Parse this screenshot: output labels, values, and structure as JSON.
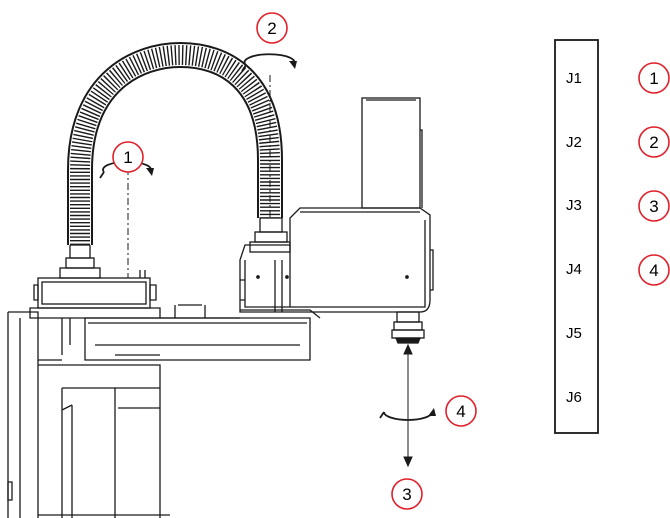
{
  "diagram": {
    "callouts": [
      {
        "id": "j1",
        "text": "1"
      },
      {
        "id": "j2",
        "text": "2"
      },
      {
        "id": "j3",
        "text": "3"
      },
      {
        "id": "j4",
        "text": "4"
      }
    ]
  },
  "legend": {
    "rows": [
      {
        "joint": "J1",
        "number": "1"
      },
      {
        "joint": "J2",
        "number": "2"
      },
      {
        "joint": "J3",
        "number": "3"
      },
      {
        "joint": "J4",
        "number": "4"
      },
      {
        "joint": "J5",
        "number": ""
      },
      {
        "joint": "J6",
        "number": ""
      }
    ]
  },
  "colors": {
    "callout_ring": "#e0202a",
    "line": "#1a1a1a"
  }
}
